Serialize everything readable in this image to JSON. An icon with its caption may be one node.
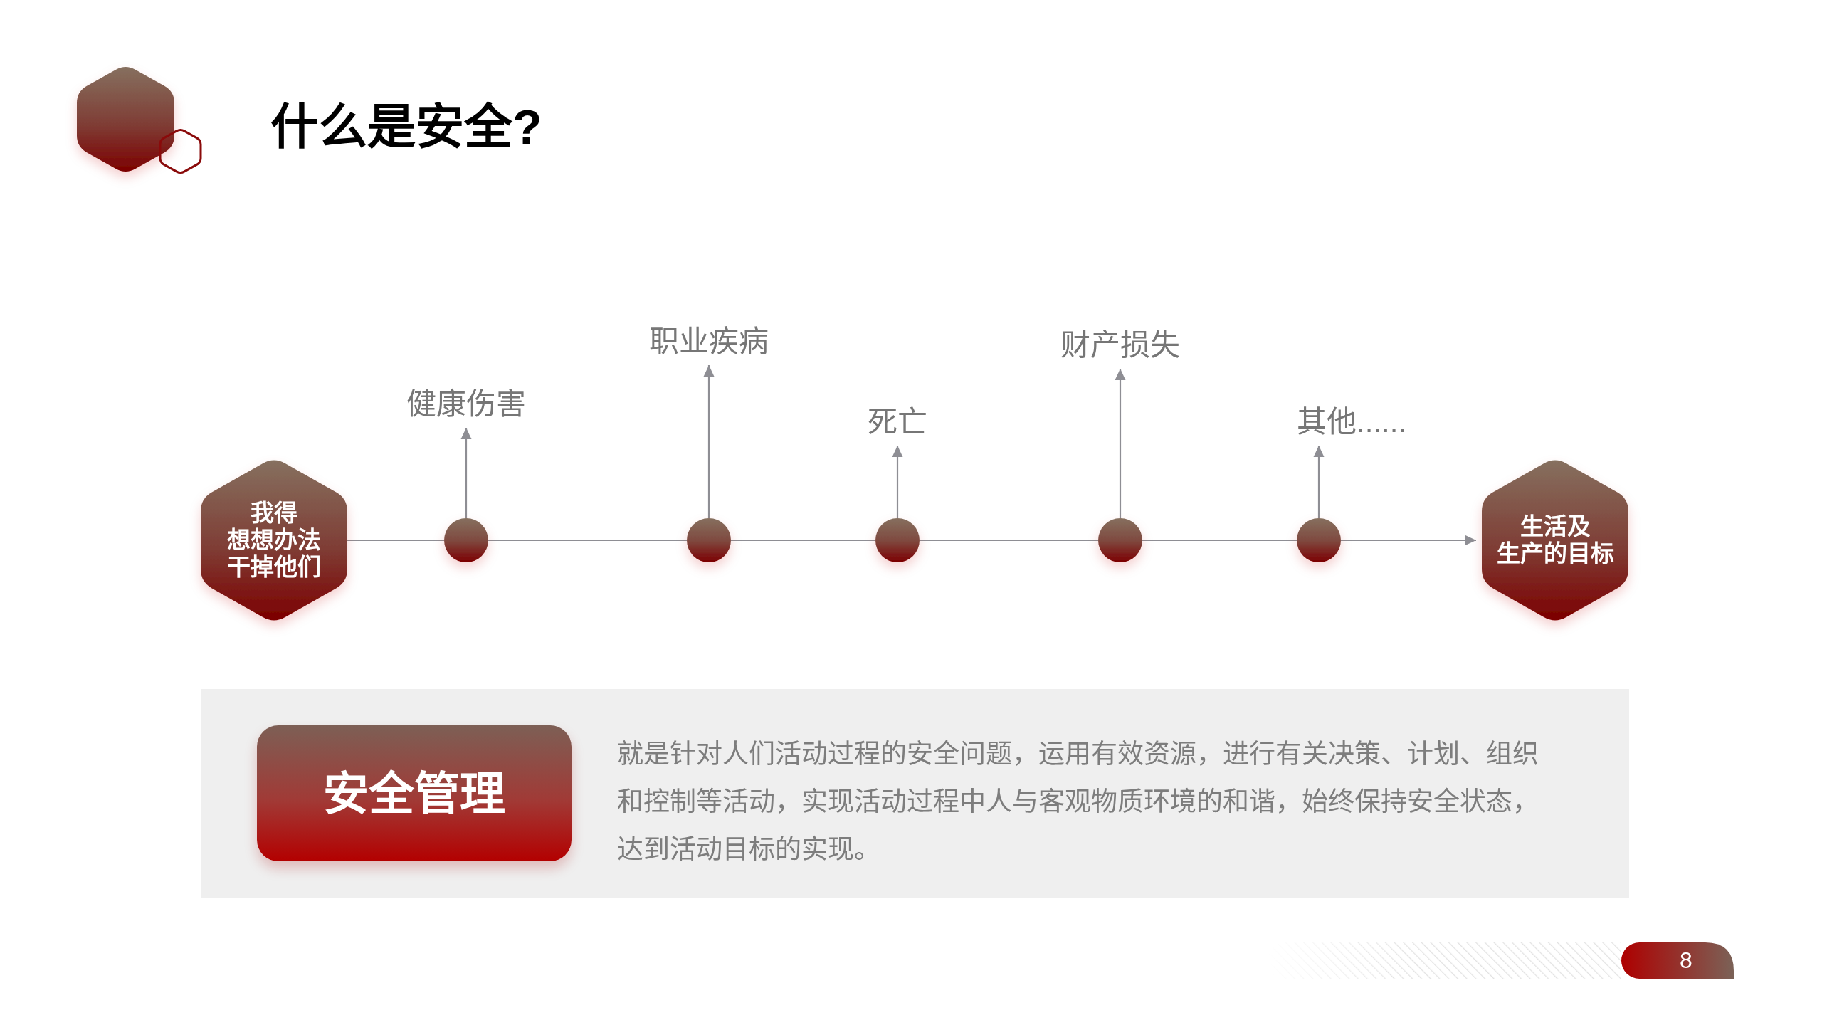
{
  "diagram": {
    "title": "什么是安全?",
    "nodes": [
      {
        "text": [
          "我得想想办法干掉他们"
        ]
      },
      {
        "text": [],
        "shape": "circle"
      },
      {
        "text": [
          "健康伤害"
        ]
      },
      {
        "text": [],
        "shape": "circle"
      },
      {
        "text": [
          "职业疾病"
        ]
      },
      {
        "text": [],
        "shape": "circle"
      },
      {
        "text": [
          "死亡"
        ]
      },
      {
        "text": [],
        "shape": "circle"
      },
      {
        "text": [
          "财产损失"
        ]
      },
      {
        "text": [],
        "shape": "circle"
      },
      {
        "text": [
          "其他......"
        ]
      },
      {
        "text": [
          "生活及生产的目标"
        ]
      },
      {
        "text": [
          "就是针对人们活动过程的安全问题，运用有效资源，进行有关决策、计划、组织和控制等活动，实现活动过程中人与客观物质环境的和谐，始终保持安全状态，达到活动目标的实现。"
        ]
      },
      {
        "text": [
          "安全管理"
        ],
        "in": 12
      },
      {
        "text": [],
        "shape": "bar"
      },
      {
        "text": [
          "8"
        ]
      }
    ],
    "edges": [
      {
        "from": 0,
        "to": 1,
        "arrow": "none"
      },
      {
        "from": 1,
        "to": 3,
        "arrow": "none"
      },
      {
        "from": 3,
        "to": 5,
        "arrow": "none"
      },
      {
        "from": 5,
        "to": 7,
        "arrow": "none"
      },
      {
        "from": 7,
        "to": 9,
        "arrow": "none"
      },
      {
        "from": 9,
        "to": 11,
        "arrow": "to"
      },
      {
        "from": 1,
        "to": 2,
        "arrow": "to"
      },
      {
        "from": 3,
        "to": 4,
        "arrow": "to"
      },
      {
        "from": 5,
        "to": 6,
        "arrow": "to"
      },
      {
        "from": 7,
        "to": 8,
        "arrow": "to"
      },
      {
        "from": 9,
        "to": 10,
        "arrow": "to"
      }
    ]
  }
}
